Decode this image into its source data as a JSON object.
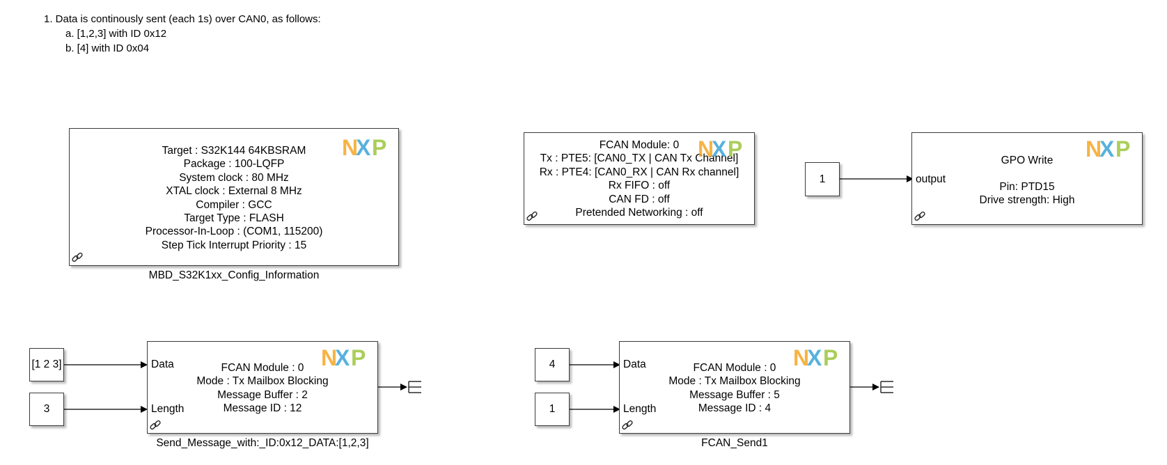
{
  "note": {
    "line1": "1. Data is continously sent (each 1s) over CAN0, as follows:",
    "line2": "a. [1,2,3] with ID 0x12",
    "line3": "b. [4] with ID 0x04"
  },
  "config_block": {
    "lines": [
      "Target : S32K144 64KBSRAM",
      "Package : 100-LQFP",
      "System clock : 80 MHz",
      "XTAL clock : External 8 MHz",
      "Compiler : GCC",
      "Target Type : FLASH",
      "Processor-In-Loop : (COM1, 115200)",
      "Step Tick Interrupt Priority : 15"
    ],
    "caption": "MBD_S32K1xx_Config_Information"
  },
  "fcan_config_block": {
    "lines": [
      "FCAN Module: 0",
      "Tx : PTE5: [CAN0_TX | CAN Tx Channel]",
      "Rx : PTE4: [CAN0_RX | CAN Rx channel]",
      "Rx FIFO : off",
      "CAN FD : off",
      "Pretended Networking : off"
    ]
  },
  "gpo_block": {
    "title": "GPO Write",
    "lines": [
      "Pin: PTD15",
      "Drive strength: High"
    ],
    "input_port": "output",
    "const_value": "1"
  },
  "send1_block": {
    "lines": [
      "FCAN Module : 0",
      "Mode : Tx Mailbox Blocking",
      "Message Buffer : 2",
      "Message ID : 12"
    ],
    "port_data": "Data",
    "port_length": "Length",
    "const_data": "[1 2 3]",
    "const_length": "3",
    "caption": "Send_Message_with:_ID:0x12_DATA:[1,2,3]"
  },
  "send2_block": {
    "lines": [
      "FCAN Module : 0",
      "Mode : Tx Mailbox Blocking",
      "Message Buffer : 5",
      "Message ID : 4"
    ],
    "port_data": "Data",
    "port_length": "Length",
    "const_data": "4",
    "const_length": "1",
    "caption": "FCAN_Send1"
  },
  "logo": {
    "text": "NXP",
    "colors": [
      "#f5a623",
      "#3aa3d8",
      "#9bc53d"
    ]
  }
}
